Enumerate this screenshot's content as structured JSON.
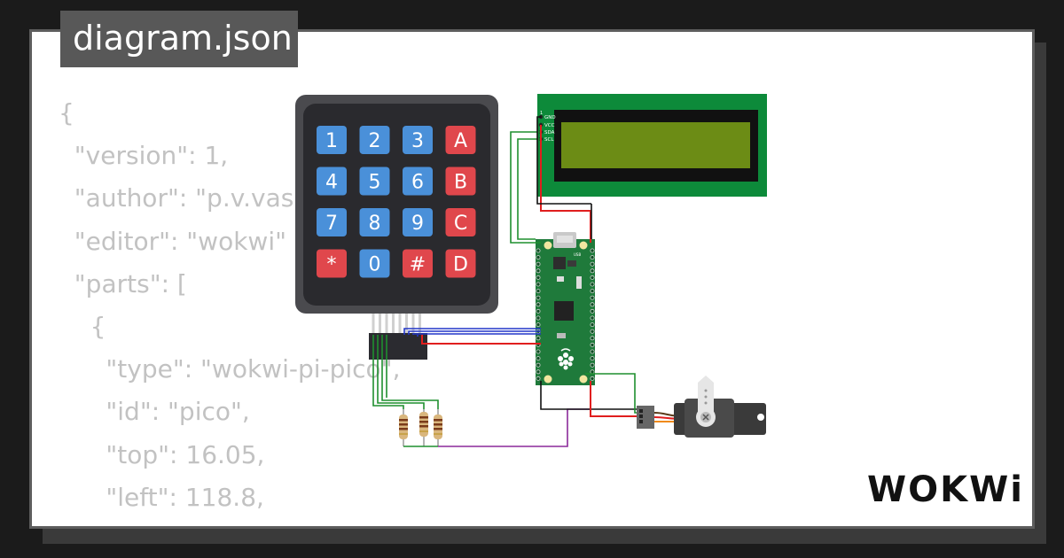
{
  "header": {
    "file_label": "diagram.json"
  },
  "code_lines": [
    "{",
    "  \"version\": 1,",
    "  \"author\": \"p.v.vas",
    "  \"editor\": \"wokwi\"",
    "  \"parts\": [",
    "    {",
    "      \"type\": \"wokwi-pi-pico\",",
    "      \"id\": \"pico\",",
    "      \"top\": 16.05,",
    "      \"left\": 118.8,"
  ],
  "keypad": {
    "keys": [
      "1",
      "2",
      "3",
      "A",
      "4",
      "5",
      "6",
      "B",
      "7",
      "8",
      "9",
      "C",
      "*",
      "0",
      "#",
      "D"
    ]
  },
  "lcd": {
    "pins": [
      "GND",
      "VCC",
      "SDA",
      "SCL"
    ]
  },
  "pico": {
    "usb_label": "USB"
  },
  "brand": {
    "logo_text": "WOKWi"
  },
  "colors": {
    "background": "#1b1b1b",
    "badge": "#585858",
    "code_text": "#c2c2c2",
    "key_blue": "#4a90d9",
    "key_red": "#e0474c",
    "lcd_board": "#0d8a3a",
    "lcd_screen": "#6c8c15",
    "pico_board": "#1f7a3b"
  }
}
